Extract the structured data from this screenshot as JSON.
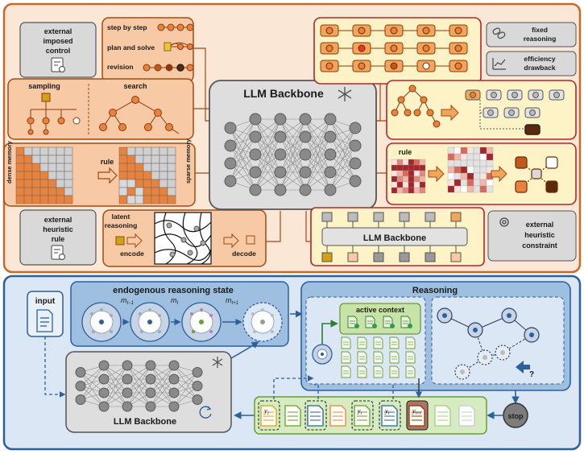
{
  "top_panel": {
    "external_control": {
      "line1": "external",
      "line2": "imposed",
      "line3": "control"
    },
    "reasoning_modes": {
      "step_by_step": "step by step",
      "plan_and_solve": "plan and solve",
      "revision": "revision"
    },
    "sampling": "sampling",
    "search": "search",
    "memory": {
      "dense": "dense memory",
      "rule": "rule",
      "sparse": "sparse memory"
    },
    "external_rule": {
      "line1": "external",
      "line2": "heuristic",
      "line3": "rule"
    },
    "latent": {
      "line1": "latent",
      "line2": "reasoning",
      "encode": "encode",
      "decode": "decode"
    },
    "backbone_title": "LLM Backbone",
    "inner_backbone": "LLM Backbone",
    "fixed_reasoning": {
      "line1": "fixed",
      "line2": "reasoning"
    },
    "efficiency": {
      "line1": "efficiency",
      "line2": "drawback"
    },
    "rule_right": "rule",
    "external_constraint": {
      "line1": "external",
      "line2": "heuristic",
      "line3": "constraint"
    }
  },
  "bottom_panel": {
    "input": "input",
    "endogenous": "endogenous reasoning state",
    "m_prev": "m",
    "m_prev_sub": "t−1",
    "m_cur": "m",
    "m_cur_sub": "t",
    "m_next": "m",
    "m_next_sub": "t+1",
    "reasoning": "Reasoning",
    "active_context": "active context",
    "backbone": "LLM Backbone",
    "question_mark": "?",
    "stop": "stop",
    "y_labels": [
      "y",
      "y",
      "y",
      "y"
    ],
    "y_subs": [
      "1",
      "i",
      "t",
      "t+1"
    ]
  },
  "colors": {
    "orange_border": "#c8692a",
    "orange_light": "#fbe3cf",
    "blue_border": "#2c5f9e",
    "blue_light": "#dbe7f5",
    "red_border": "#b3262a",
    "green_border": "#6d9b3a"
  }
}
